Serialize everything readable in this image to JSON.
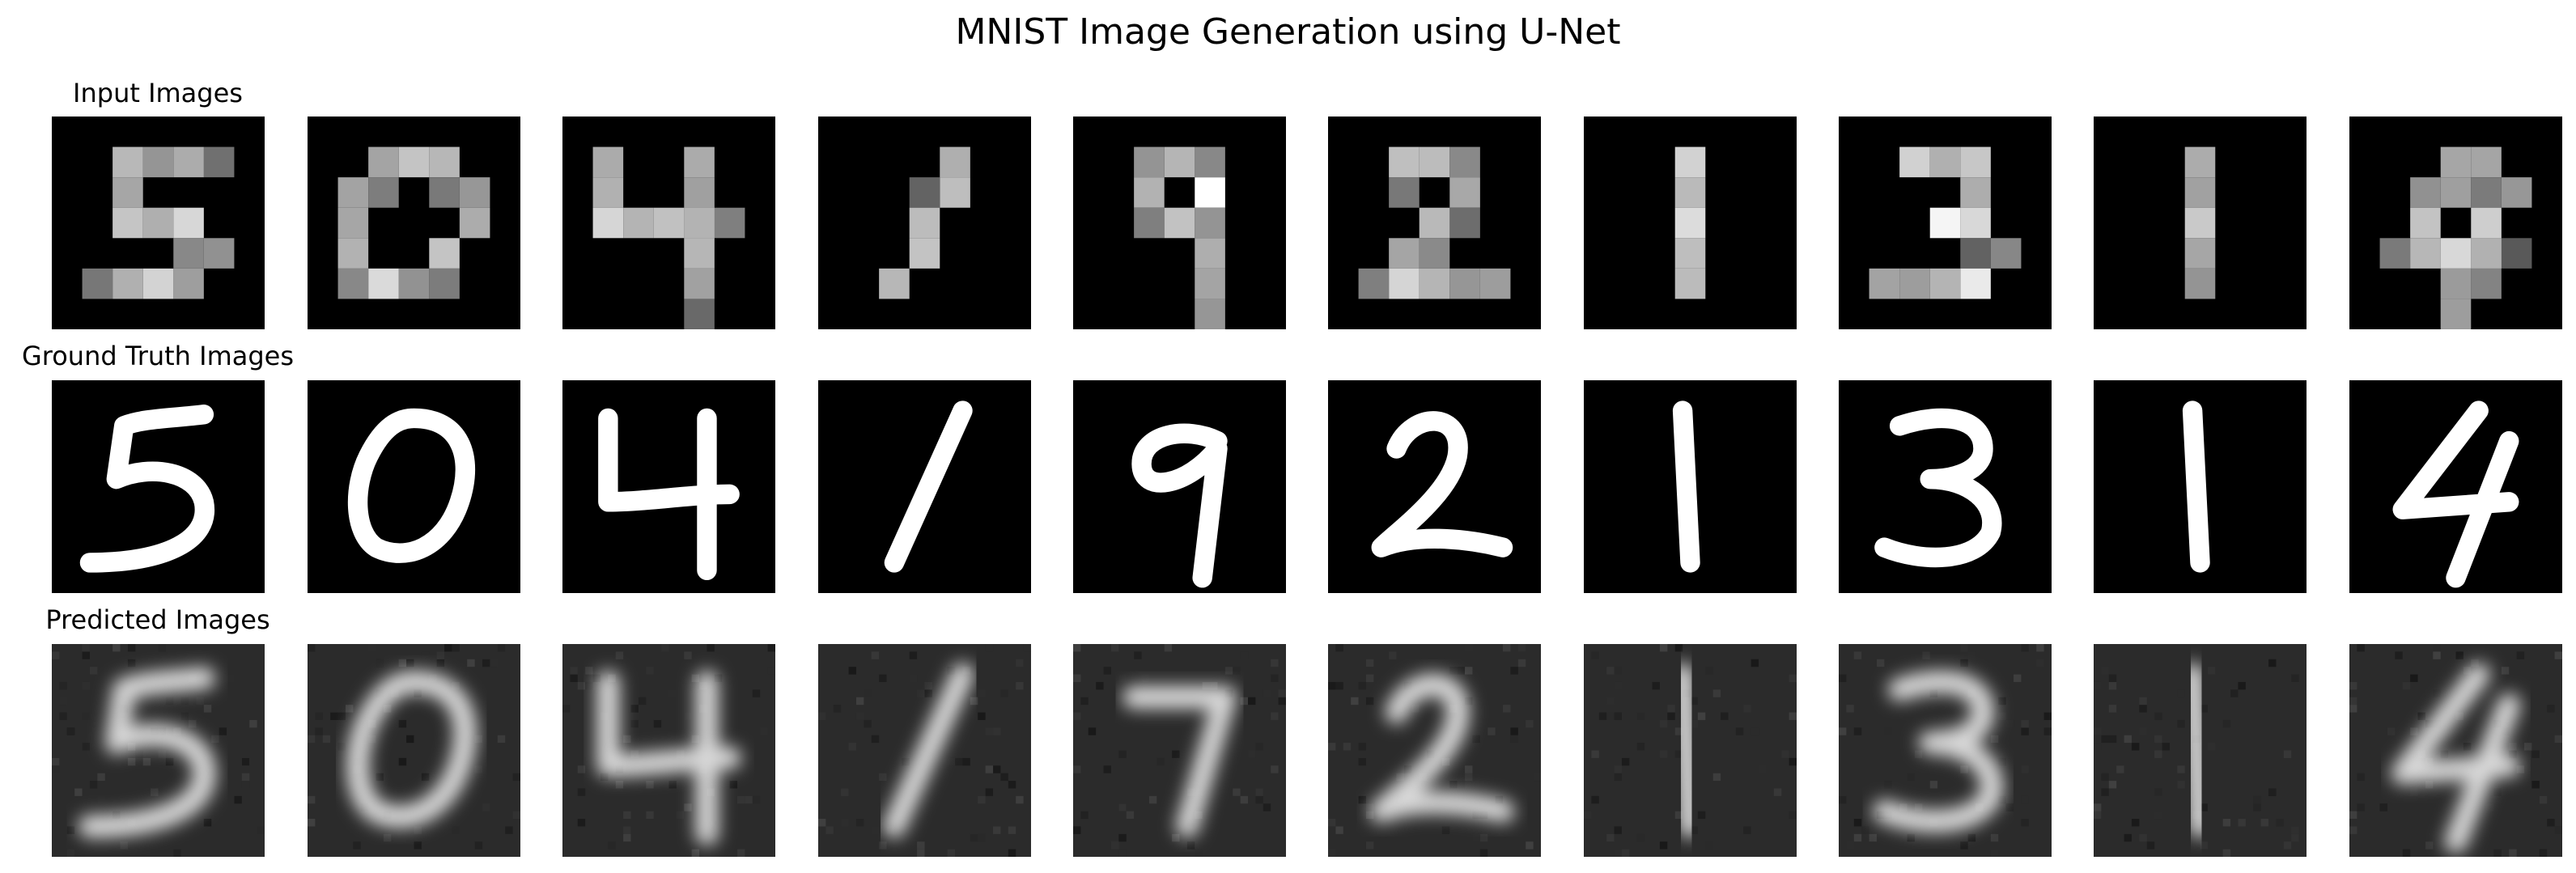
{
  "figure": {
    "title": "MNIST Image Generation using U-Net"
  },
  "rows": [
    {
      "id": "input",
      "title": "Input Images"
    },
    {
      "id": "truth",
      "title": "Ground Truth Images"
    },
    {
      "id": "predicted",
      "title": "Predicted Images"
    }
  ],
  "digits": [
    5,
    0,
    4,
    1,
    9,
    2,
    1,
    3,
    1,
    4
  ],
  "predicted_digit_appearance": [
    "5",
    "0",
    "4",
    "1",
    "7",
    "2",
    "1",
    "3",
    "1",
    "4"
  ],
  "input_resolution": "7x7 grayscale",
  "image_resolution": "28x28 grayscale",
  "colors": {
    "background": "#000000",
    "foreground": "#ffffff",
    "predicted_noise": "#2b2b2b"
  }
}
